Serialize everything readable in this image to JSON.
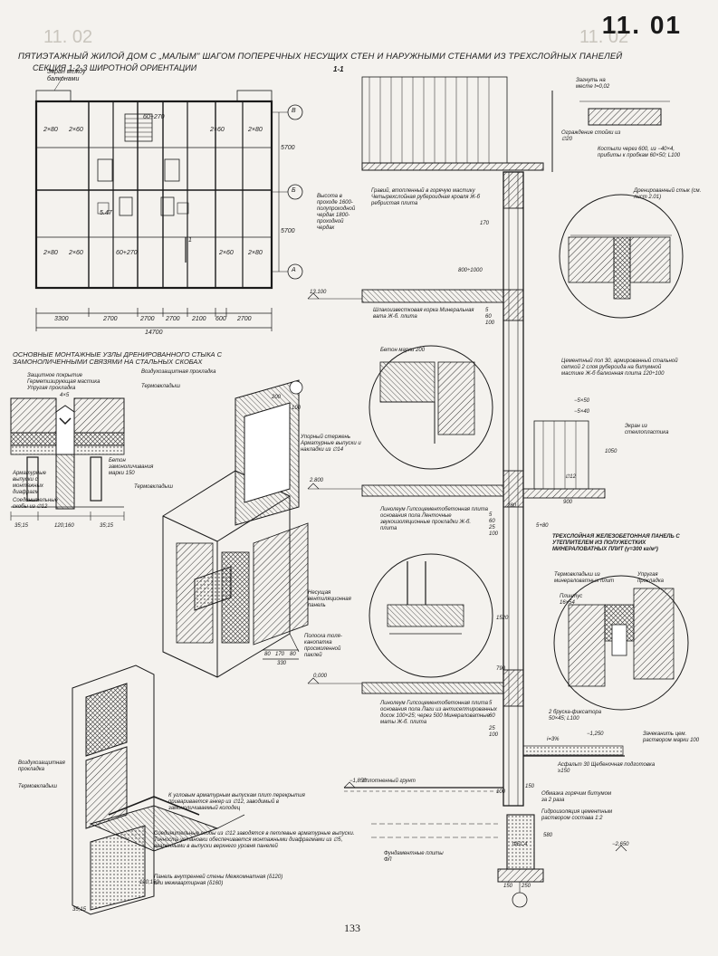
{
  "sheet_number": "11. 01",
  "ghost_number": "11. 02",
  "title": "ПЯТИЭТАЖНЫЙ ЖИЛОЙ ДОМ С „МАЛЫМ\" ШАГОМ ПОПЕРЕЧНЫХ НЕСУЩИХ СТЕН И НАРУЖНЫМИ СТЕНАМИ ИЗ ТРЕХСЛОЙНЫХ ПАНЕЛЕЙ",
  "subtitle": "СЕКЦИЯ 1·2·3 ШИРОТНОЙ ОРИЕНТАЦИИ",
  "section_label": "1-1",
  "plan": {
    "screen_label": "Экран между балконами",
    "axes": [
      "В",
      "Б",
      "А"
    ],
    "dims_bottom": [
      "3300",
      "2700",
      "2700",
      "2700",
      "2100",
      "600",
      "2700"
    ],
    "overall": "14700",
    "dims_right": [
      "5700",
      "5700"
    ],
    "windows": [
      "2×80",
      "2×60",
      "60+270",
      "2×60",
      "2×80",
      "2×80",
      "2×60",
      "60+270",
      "2×60",
      "2×80"
    ],
    "misc": [
      "5.47",
      "1"
    ]
  },
  "nodes_title": "ОСНОВНЫЕ МОНТАЖНЫЕ УЗЛЫ ДРЕНИРОВАННОГО СТЫКА С ЗАМОНОЛИЧЕННЫМИ СВЯЗЯМИ НА СТАЛЬНЫХ СКОБАХ",
  "left_notes": {
    "protective": "Защитное покрытие",
    "mastic": "Герметизирующая мастика",
    "gasket": "Упругая прокладка",
    "size": "4×5",
    "air_gasket": "Воздухозащитная прокладка",
    "thermo": "Термовкладыш",
    "rebar": "Арматурные выпуски с монтажных диафрагм",
    "concrete": "Бетон замоноличивания марки 150",
    "thermo2": "Термовкладыш",
    "braces": "Соединительные скобы из ∅12",
    "dims": [
      "35;15",
      "120;160",
      "35;15"
    ]
  },
  "iso_notes": {
    "rod": "Упорный стержень Арматурные выпуски и накладки из ∅14",
    "vent": "Несущая вентиляционная панель",
    "strip": "Полоска толя-канопатка просмоленной паклей",
    "dims": [
      "200",
      "100",
      "80",
      "170",
      "80",
      "330"
    ],
    "air_gasket": "Воздухозащитная прокладка",
    "thermo": "Термовкладыш",
    "corner": "К угловым арматурным выпускам плит перекрытия приваривается анкер из ∅12, заводимый в замоноличиваемый колодец",
    "braces": "Соединительные скобы из ∅12 заводятся в петлевые арматурные выпуски. Точность установки обеспечивается монтажными диафрагмами из ∅5, вваренными в выпуски верхнего уровня панелей",
    "inner_panel": "Панель внутренней стены Межкомнатная (δ120) или межквартирная (δ160)",
    "iso_dims": [
      "120;160",
      "35;15"
    ]
  },
  "section_notes": {
    "roof": "Гравий, втопленный в горячую мастику Четырехслойная рубероидная кровля Ж-б ребристая плита",
    "roof_dim": "170",
    "height": "Высота в проходе 1600-полупроходной чердак 1800-проходной чердак",
    "fence": "Ограждение стойки из ∅20",
    "bend": "Загнуть на месте t=0,02",
    "crutch": "Костыли через 600, из −40×4, прибиты к пробкам 60×50; L100",
    "drain": "Дренированный стык (см. лист 2.01)",
    "slag": "Шлакоизвестковая корка Минеральная вата Ж-б. плита",
    "slag_dims": [
      "5",
      "60",
      "100"
    ],
    "level_13100": "13.100",
    "span": "800÷1000",
    "concrete200": "Бетон марки 200",
    "cement_floor": "Цементный пол 30, армированный стальной сеткой 2 слоя рубероида на битумной мастике Ж-б балконная плита 120÷100",
    "bars": [
      "−5×50",
      "−5×40"
    ],
    "screen": "Экран из стеклопластика",
    "d12": "∅12",
    "rail": "1050",
    "balcony_w": "900",
    "level_2800": "2.800",
    "linoleum1": "Линолеум Гипсоцементобетонная плита основания пола Ленточные звукоизоляционные прокладки Ж-б. плита",
    "lino1_dims": [
      "5",
      "60",
      "25",
      "100"
    ],
    "h280": "280",
    "h1520": "1520",
    "h790": "790",
    "gap": "5+80",
    "level_0": "0,000",
    "linoleum2": "Линолеум Гипсоцементобетонная плита основания пола Лаги из антисептированных досок 100×25; через 500 Минераловатные маты Ж-б. плита",
    "lino2_dims": [
      "5",
      "60",
      "25",
      "100"
    ],
    "three_layer": "ТРЕХСЛОЙНАЯ ЖЕЛЕЗОБЕТОННАЯ ПАНЕЛЬ С УТЕПЛИТЕЛЕМ ИЗ ПОЛУЖЕСТКИХ МИНЕРАЛОВАТНЫХ ПЛИТ (γ=300 кг/м³)",
    "thermo_min": "Термовкладыш из минераловатных плит",
    "gasket": "Упругая прокладка",
    "plinth": "Плинтус 16×54",
    "brackets": "2 бруска-фиксатора 50×45; L100",
    "slope": "i=3%",
    "level_1250": "−1,250",
    "asphalt": "Асфальт 30 Щебеночная подготовка ≥150",
    "caulk": "Зачеканить цем. раствором марки 100",
    "soil": "Уплотненный грунт",
    "level_1850": "−1,850",
    "bitumen": "Обмазка горячим битумом за 2 раза",
    "hydro": "Гидроизоляция цементным раствором состава 1:2",
    "fbs": "ФБС4",
    "level_2650": "−2,650",
    "foundation": "Фундаментные плиты ФЛ",
    "bottom_dims": [
      "150",
      "250"
    ],
    "h580": "580",
    "base_dims": [
      "100",
      "150"
    ]
  },
  "page_number": "133"
}
